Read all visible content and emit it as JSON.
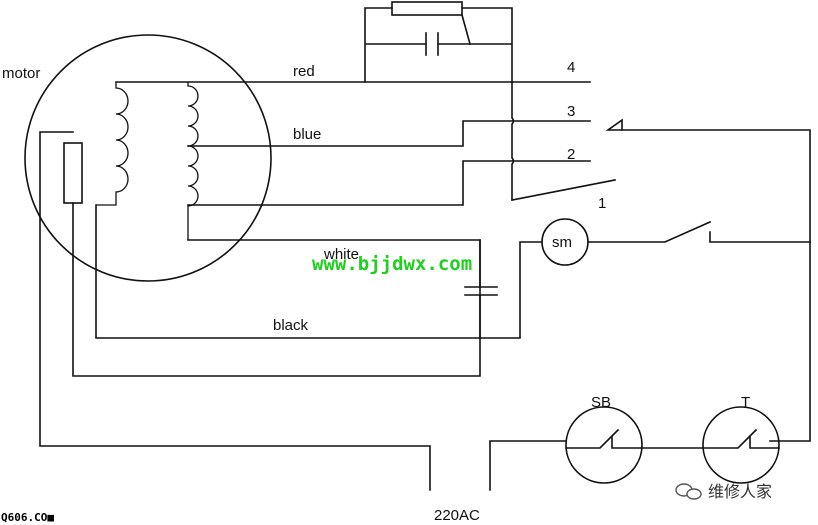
{
  "labels": {
    "motor": "motor",
    "red": "red",
    "blue": "blue",
    "white": "white",
    "black": "black",
    "sm": "sm",
    "sb": "SB",
    "t": "T",
    "power": "220AC",
    "pos4": "4",
    "pos3": "3",
    "pos2": "2",
    "pos1": "1"
  },
  "watermarks": {
    "site": "www.bjjdwx.com",
    "corner": "Q606.CO■",
    "brand": "维修人家"
  }
}
